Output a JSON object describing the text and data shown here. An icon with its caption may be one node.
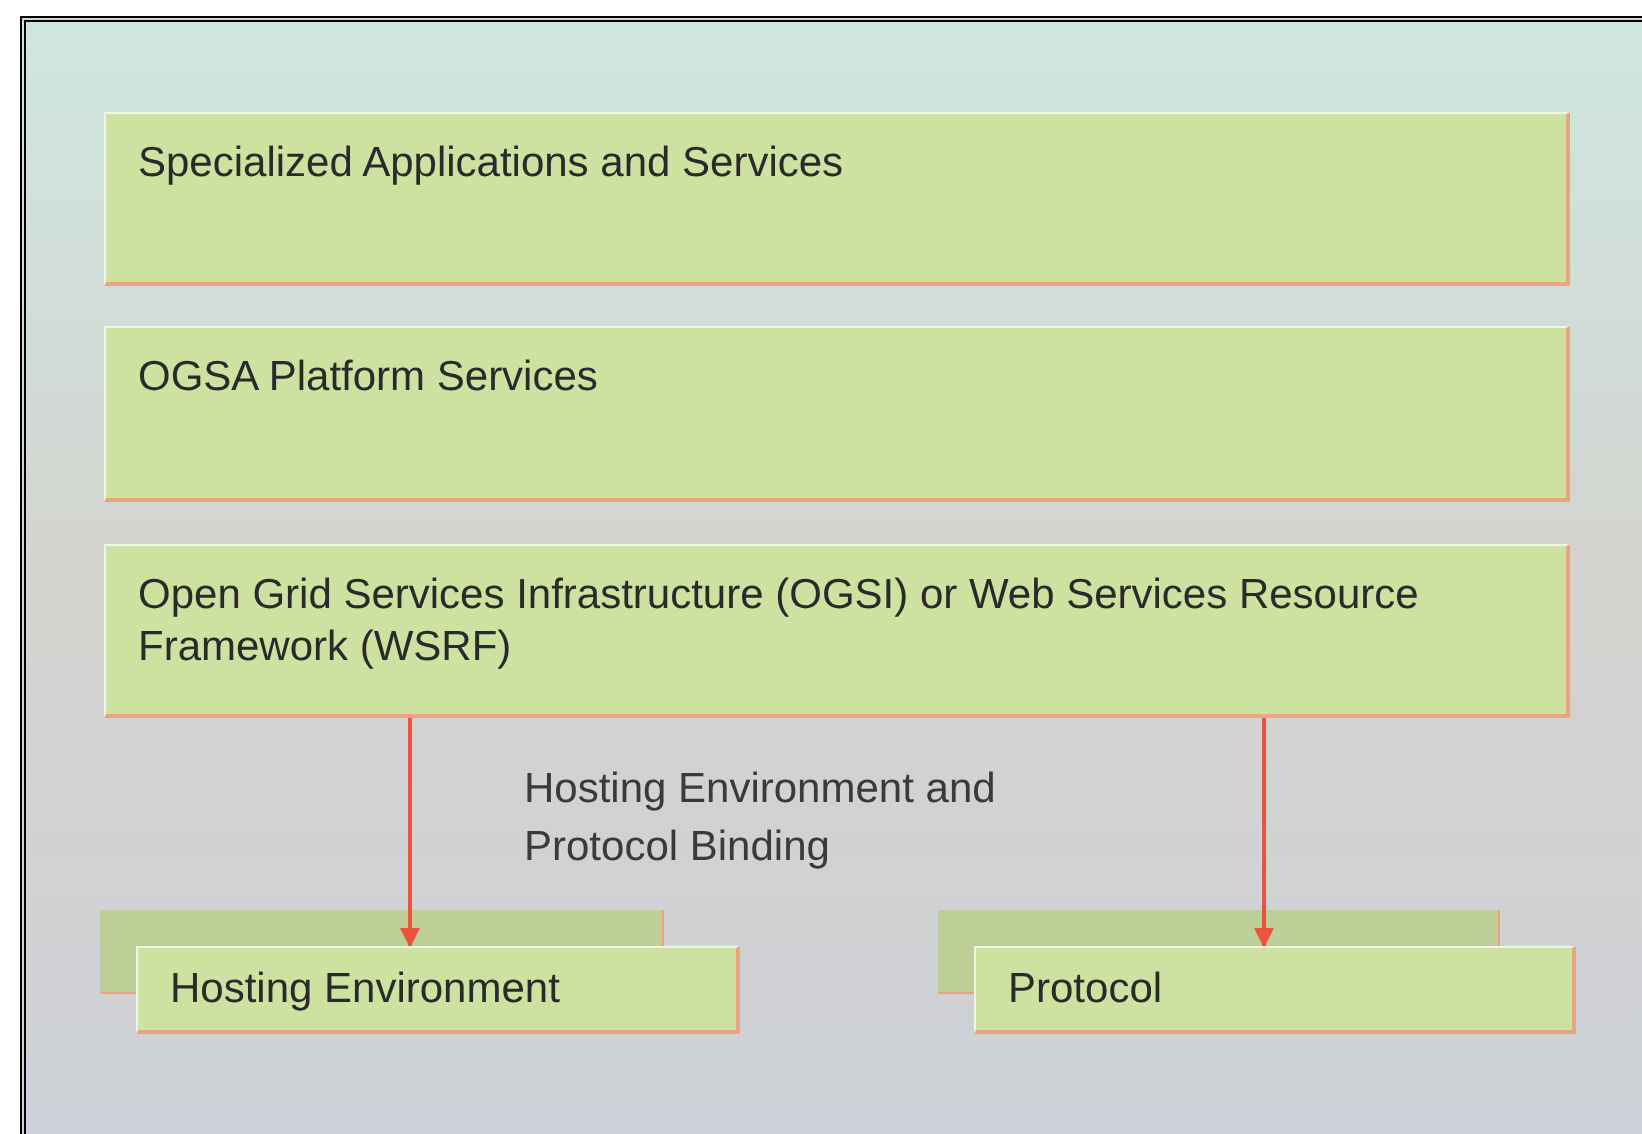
{
  "diagram": {
    "nodes": [
      {
        "text": [
          "Specialized Applications and Services"
        ]
      },
      {
        "text": [
          "OGSA Platform Services"
        ]
      },
      {
        "text": [
          "Open Grid Services Infrastructure (OGSI) or Web Services Resource Framework (WSRF)"
        ]
      },
      {
        "text": [
          "Hosting Environment"
        ]
      },
      {
        "text": [
          "Protocol"
        ]
      }
    ],
    "edges": [
      {
        "from": 2,
        "to": 3,
        "arrow": "to"
      },
      {
        "from": 2,
        "to": 4,
        "arrow": "to"
      }
    ],
    "labels": [
      "Hosting Environment and Protocol Binding"
    ]
  }
}
